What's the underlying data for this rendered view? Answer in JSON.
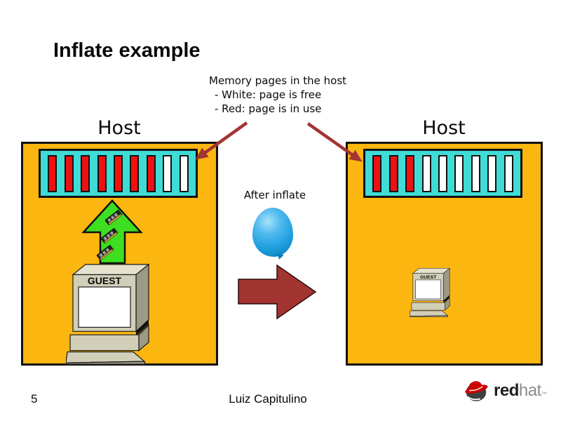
{
  "slide": {
    "title": "Inflate example"
  },
  "legend": {
    "title": "Memory pages in the host",
    "white_line": "- White: page is free",
    "red_line": "- Red: page is in use"
  },
  "middle": {
    "after_inflate_label": "After inflate"
  },
  "left_host": {
    "label": "Host",
    "guest_label": "GUEST",
    "memory_pages": [
      "in_use",
      "in_use",
      "in_use",
      "in_use",
      "in_use",
      "in_use",
      "in_use",
      "free",
      "free"
    ]
  },
  "right_host": {
    "label": "Host",
    "guest_label": "GUEST",
    "memory_pages": [
      "in_use",
      "in_use",
      "in_use",
      "free",
      "free",
      "free",
      "free",
      "free",
      "free"
    ]
  },
  "footer": {
    "page_number": "5",
    "author": "Luiz Capitulino"
  },
  "logo": {
    "word_red": "red",
    "word_hat": "hat",
    "trademark": "™"
  },
  "colors": {
    "host_fill": "#FBB610",
    "strip_fill": "#3FDCD6",
    "page_in_use": "#EE1111",
    "page_free": "#FFFFFF",
    "inflate_arrow": "#3EDE20",
    "arrow_red": "#A23432",
    "balloon_blue": "#1F9FDE"
  }
}
